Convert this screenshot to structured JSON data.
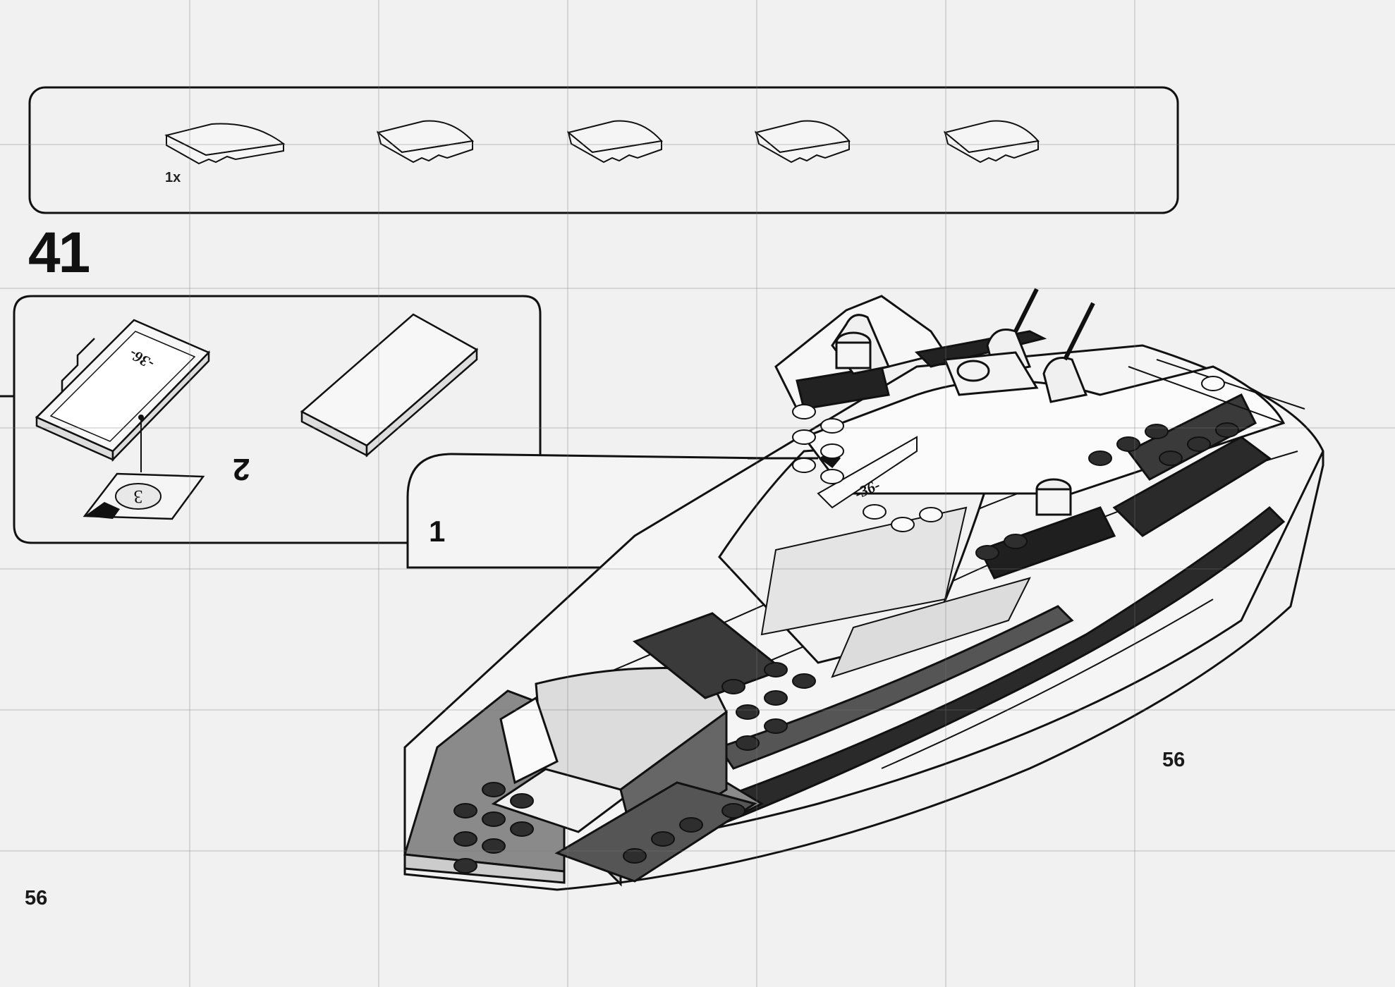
{
  "step": {
    "number": "41"
  },
  "parts_callout": {
    "quantity": "1x"
  },
  "sub_steps": {
    "second": "2",
    "first": "1"
  },
  "sticker": {
    "code": "-36-",
    "sticker_number": "3"
  },
  "page_numbers": {
    "left": "56",
    "right": "56"
  },
  "colors": {
    "ink": "#111111",
    "paper": "#f1f1f1",
    "dark_part": "#2a2a2a",
    "mid_part": "#8a8a8a"
  }
}
